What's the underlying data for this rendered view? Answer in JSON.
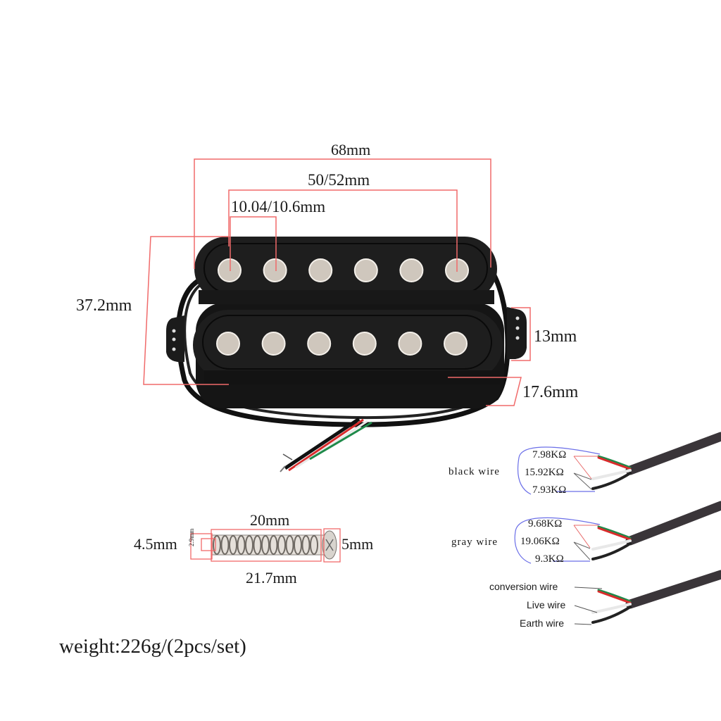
{
  "colors": {
    "dimension_line": "#f06a6a",
    "bracket_blue": "#6b6fe8",
    "pickup_black": "#1b1b1b",
    "pole_silver": "#cfc7bd",
    "wire_red": "#d92b2b",
    "wire_green": "#1f8a4a",
    "wire_white": "#e8e8e8",
    "cable_gray": "#3a3539"
  },
  "pickup": {
    "pole_count_per_coil": 6,
    "coil_count": 2,
    "dimensions": {
      "overall_length": "68mm",
      "pole_span": "50/52mm",
      "pole_spacing": "10.04/10.6mm",
      "width": "37.2mm",
      "mount_tab": "13mm",
      "height": "17.6mm"
    }
  },
  "screw": {
    "dimensions": {
      "thread_length": "20mm",
      "total_length": "21.7mm",
      "spring_diameter": "4.5mm",
      "thread_diameter": "2.9mm",
      "head_diameter": "5mm"
    }
  },
  "wiring": {
    "black_wire": {
      "label": "black wire",
      "values": [
        "7.98KΩ",
        "15.92KΩ",
        "7.93KΩ"
      ]
    },
    "gray_wire": {
      "label": "gray wire",
      "values": [
        "9.68KΩ",
        "19.06KΩ",
        "9.3KΩ"
      ]
    },
    "legend": {
      "conversion": "conversion wire",
      "live": "Live wire",
      "earth": "Earth wire"
    }
  },
  "weight": "weight:226g/(2pcs/set)"
}
